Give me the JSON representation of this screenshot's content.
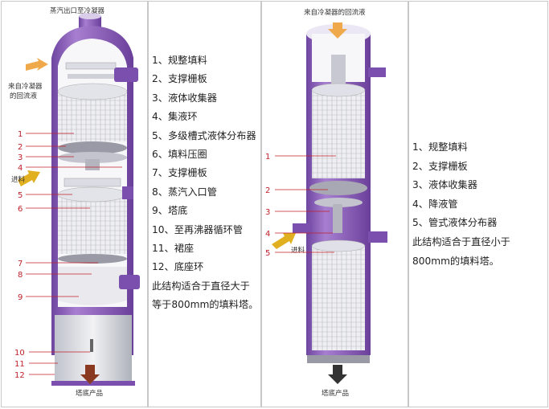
{
  "diagram_a": {
    "top_label": "蒸汽出口至冷凝器",
    "reflux_label_1": "来自冷凝器",
    "reflux_label_2": "的回流液",
    "feed_label": "进料",
    "bottom_label": "塔底产品",
    "callouts": [
      "1",
      "2",
      "3",
      "4",
      "5",
      "6",
      "7",
      "8",
      "9",
      "10",
      "11",
      "12"
    ]
  },
  "list_a": {
    "items": [
      "1、规整填料",
      "2、支撑栅板",
      "3、液体收集器",
      "4、集液环",
      "5、多级槽式液体分布器",
      "6、填料压圈",
      "7、支撑栅板",
      "8、蒸汽入口管",
      "9、塔底",
      "10、至再沸器循环管",
      "11、裙座",
      "12、底座环"
    ],
    "note": "此结构适合于直径大于等于800mm的填料塔。"
  },
  "diagram_b": {
    "top_label": "来自冷凝器的回流液",
    "feed_label": "进料",
    "bottom_label": "塔底产品",
    "callouts": [
      "1",
      "2",
      "3",
      "4",
      "5"
    ]
  },
  "list_b": {
    "items": [
      "1、规整填料",
      "2、支撑栅板",
      "3、液体收集器",
      "4、降液管",
      "5、管式液体分布器"
    ],
    "note": "此结构适合于直径小于800mm的填料塔。"
  },
  "colors": {
    "shell": "#8a5bb8",
    "callout": "#c0202a",
    "packing": "#e6e6ea"
  }
}
